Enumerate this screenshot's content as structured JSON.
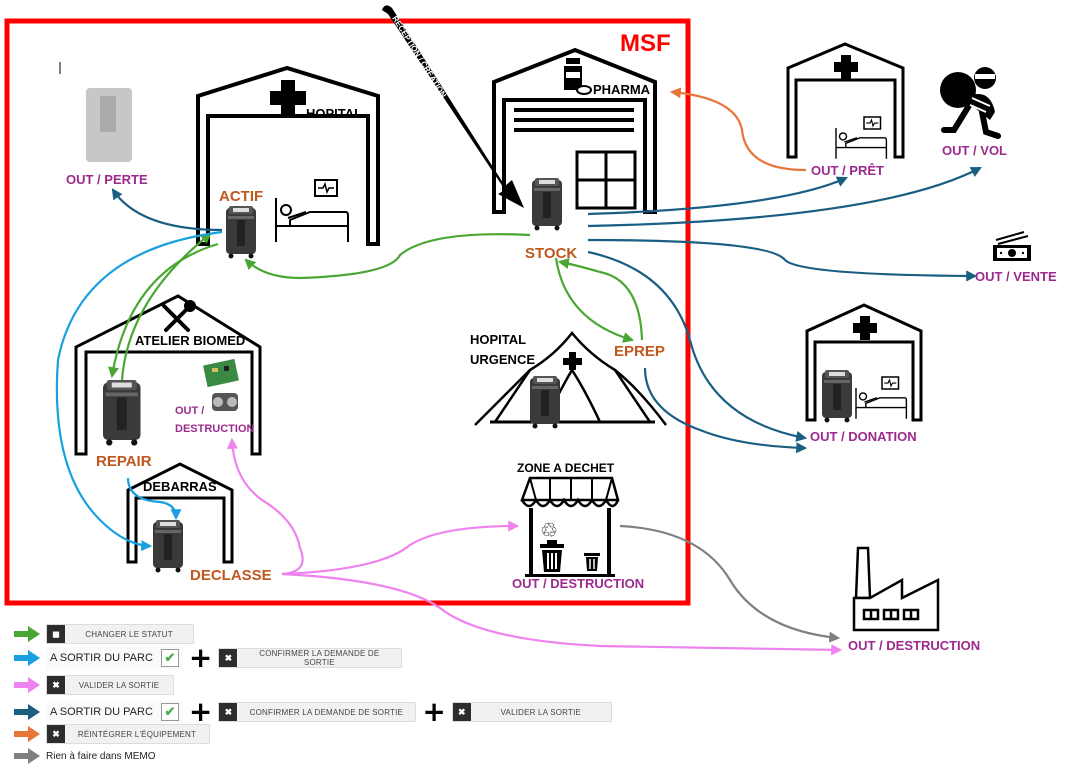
{
  "title": "MSF",
  "colors": {
    "frame": "#ff0000",
    "status": "#c0571d",
    "out": "#9c2a8e",
    "green": "#4aa632",
    "light_blue": "#18a0e0",
    "pink": "#ee82ee",
    "dark_blue": "#1a5e82",
    "orange": "#e8763a",
    "gray": "#808080"
  },
  "arrow_labels": {
    "reception": "RECEPTION / CREATION"
  },
  "buildings": {
    "hopital": "HOPITAL",
    "pharma": "PHARMA",
    "atelier": "ATELIER BIOMED",
    "debarras": "DEBARRAS",
    "hopital_urgence_1": "HOPITAL",
    "hopital_urgence_2": "URGENCE",
    "zone_dechet": "ZONE A DECHET"
  },
  "statuses": {
    "actif": "ACTIF",
    "stock": "STOCK",
    "repair": "REPAIR",
    "declasse": "DECLASSE",
    "eprep": "EPREP"
  },
  "outs": {
    "perte": "OUT / PERTE",
    "destruction_atelier_1": "OUT /",
    "destruction_atelier_2": "DESTRUCTION",
    "destruction_zone": "OUT / DESTRUCTION",
    "pret": "OUT / PRÊT",
    "vol": "OUT / VOL",
    "vente": "OUT / VENTE",
    "donation": "OUT / DONATION",
    "destruction_usine": "OUT / DESTRUCTION"
  },
  "legend": [
    {
      "color": "green",
      "items": [
        {
          "type": "button",
          "icon": "cube-icon",
          "label": "CHANGER LE STATUT"
        }
      ]
    },
    {
      "color": "light_blue",
      "items": [
        {
          "type": "checkbox",
          "label": "A SORTIR DU PARC",
          "checked": true
        },
        {
          "type": "plus"
        },
        {
          "type": "button",
          "icon": "close-icon",
          "label": "CONFIRMER LA DEMANDE DE SORTIE"
        }
      ]
    },
    {
      "color": "pink",
      "items": [
        {
          "type": "button",
          "icon": "close-icon",
          "label": "VALIDER LA SORTIE"
        }
      ]
    },
    {
      "color": "dark_blue",
      "items": [
        {
          "type": "checkbox",
          "label": "A SORTIR DU PARC",
          "checked": true
        },
        {
          "type": "plus"
        },
        {
          "type": "button",
          "icon": "close-icon",
          "label": "CONFIRMER LA DEMANDE DE SORTIE"
        },
        {
          "type": "plus"
        },
        {
          "type": "button",
          "icon": "close-icon",
          "label": "VALIDER LA SORTIE"
        }
      ]
    },
    {
      "color": "orange",
      "items": [
        {
          "type": "button",
          "icon": "close-icon",
          "label": "RÉINTÉGRER L'ÉQUIPEMENT"
        }
      ]
    },
    {
      "color": "gray",
      "items": [
        {
          "type": "text",
          "label": "Rien à faire dans MEMO"
        }
      ]
    }
  ],
  "legend_text": {
    "changer": "CHANGER LE STATUT",
    "a_sortir": "A SORTIR DU PARC",
    "confirmer": "CONFIRMER LA DEMANDE DE SORTIE",
    "valider": "VALIDER LA SORTIE",
    "reintegrer": "RÉINTÉGRER L'ÉQUIPEMENT",
    "rien": "Rien à faire dans MEMO",
    "check": "✔",
    "close": "✖",
    "cube": "◼",
    "plus": "+"
  }
}
